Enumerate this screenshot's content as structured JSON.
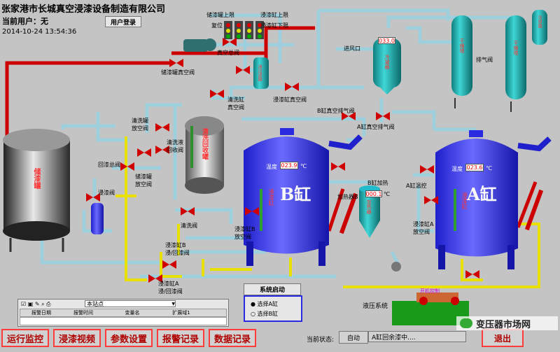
{
  "header": {
    "company": "张家港市长城真空浸漆设备制造有限公司",
    "current_user_label": "当前用户：无",
    "datetime": "2014-10-24  13:54:36",
    "login_button": "用户登录"
  },
  "valve_labels": {
    "storage_upper_limit": "储漆罐上限",
    "impregnation_upper_limit": "浸漆缸上限",
    "reset": "复位",
    "impregnation_lower_limit": "浸漆缸下限",
    "vacuum_main_valve": "真空总阀",
    "storage_vacuum_valve": "储漆罐真空阀",
    "cleaning_vacuum": "清洗缸\n真空阀",
    "impregnation_vacuum": "浸漆缸真空阀",
    "inlet": "进风口",
    "b_vacuum_vent": "B缸真空排气阀",
    "a_vacuum_vent": "A缸真空排气阀",
    "exhaust_valve": "排气阀",
    "clean_vent": "清洗罐\n放空阀",
    "clean_recycle": "清洗液\n回收阀",
    "return_main": "回漆总阀",
    "storage_vent": "储漆罐\n放空阀",
    "impregnation_valve": "浸漆阀",
    "clean_valve": "清洗阀",
    "b_vent": "浸漆缸B\n放空阀",
    "heater_b": "加热器B",
    "a_temp_ctrl": "A缸温控",
    "a_vent": "浸漆缸A\n放空阀",
    "b_return": "浸漆缸B\n浸/回漆阀",
    "a_return": "浸漆缸A\n浸/回漆阀",
    "b_heating": "B缸加热",
    "pressure_system": "液压系统",
    "pump_label": "开机控制"
  },
  "tanks": {
    "storage": "储漆罐",
    "cleaning": "清洗回收罐",
    "b_tank_big": "B缸",
    "a_tank_big": "A缸",
    "b_tank_side": "浸漆缸",
    "a_tank_side": "浸漆缸",
    "heater": "加热器",
    "tower1": "干燥塔",
    "tower2": "干燥塔",
    "condenser": "冷凝器",
    "cooler": "冷却器",
    "filter": "油过滤器"
  },
  "readouts": {
    "b_temp_label": "温度",
    "b_temp_value": "023.9",
    "b_temp_unit": "℃",
    "a_temp_label": "温度",
    "a_temp_value": "023.6",
    "a_temp_unit": "℃",
    "heater_value": "000.1",
    "heater_unit": "℃",
    "condenser_value": "033.0"
  },
  "system_start": {
    "title": "系统启动",
    "option_a": "选择A缸",
    "option_b": "选择B缸"
  },
  "alarm_panel": {
    "site": "本站点",
    "col1": "报警日期",
    "col2": "报警时间",
    "col3": "变量名",
    "col4": "扩展域1"
  },
  "nav": {
    "b1": "运行监控",
    "b2": "浸漆视频",
    "b3": "参数设置",
    "b4": "报警记录",
    "b5": "数据记录"
  },
  "status": {
    "label": "当前状态:",
    "mode": "自动",
    "message": "A缸回余漆中....",
    "exit": "退出"
  },
  "watermark": "变压器市场网",
  "colors": {
    "background": "#c4c4c4",
    "blue_tank": "#3a3aff",
    "teal_tank": "#23b7b7",
    "red_pipe": "#cc0000",
    "yellow_pipe": "#e8e000"
  }
}
